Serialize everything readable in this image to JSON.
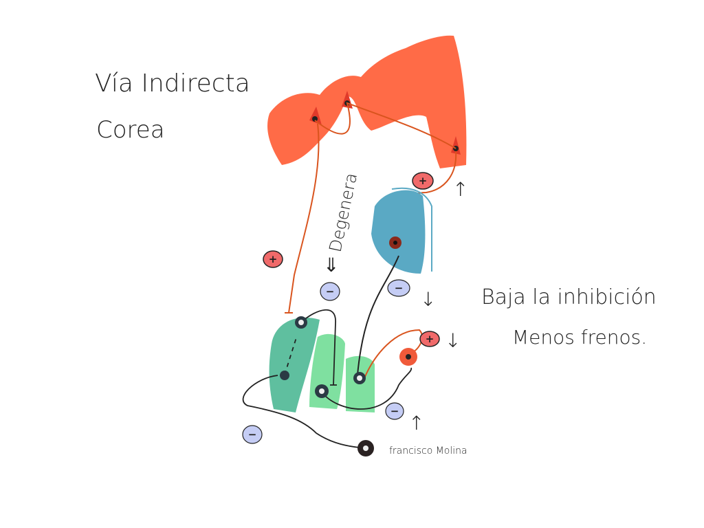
{
  "title": "Vía Indirecta",
  "subtitle": "Corea",
  "labels": {
    "degenera": "Degenera",
    "baja_inhibicion": "Baja la inhibición",
    "menos_frenos": "Menos frenos.",
    "author": "francisco Molina"
  },
  "signs": {
    "plus": "+",
    "minus": "−"
  },
  "arrows": {
    "up": "↑",
    "down": "↓",
    "double_down": "⇓"
  },
  "colors": {
    "cortex": "#ff6b47",
    "thalamus": "#5aa9c4",
    "striatum_dark": "#5fbf9f",
    "striatum_light": "#7fe0a0",
    "excitatory": "#e8543a",
    "plus_badge": "#f06a6a",
    "minus_badge": "#c5cdf5",
    "neuron_dark": "#2b3a44"
  }
}
